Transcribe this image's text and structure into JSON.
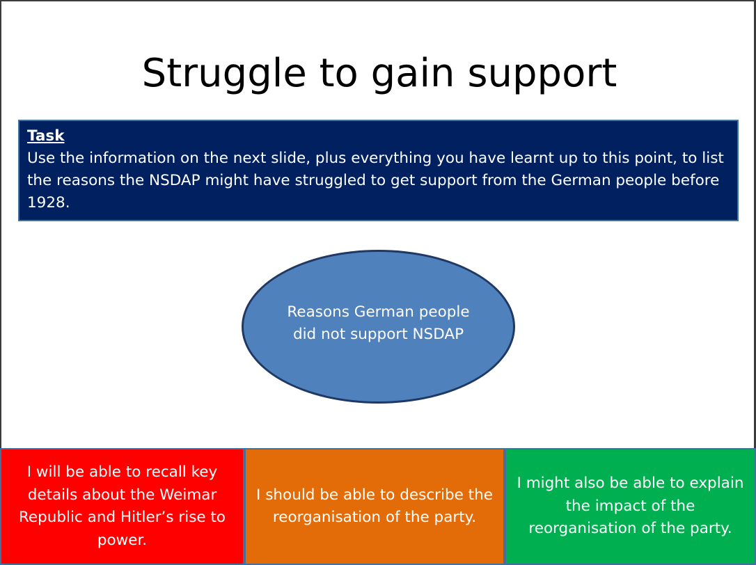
{
  "slide": {
    "title": "Struggle to gain support",
    "task": {
      "heading": "Task",
      "body": "Use the information on the next slide, plus everything you have learnt up to this point, to list the reasons the NSDAP might have struggled to get support from the German people before 1928."
    },
    "center_shape": {
      "text": "Reasons German people did not support NSDAP",
      "fill_color": "#4f81bd"
    },
    "outcomes": [
      {
        "text": "I will be able to recall key details about the Weimar Republic and Hitler’s rise to power.",
        "color": "#ff0000"
      },
      {
        "text": "I should be able to describe the reorganisation of the party.",
        "color": "#e36c09"
      },
      {
        "text": "I might also be able to explain the impact of the reorganisation of the party.",
        "color": "#00b050"
      }
    ],
    "task_box_color": "#002060"
  }
}
